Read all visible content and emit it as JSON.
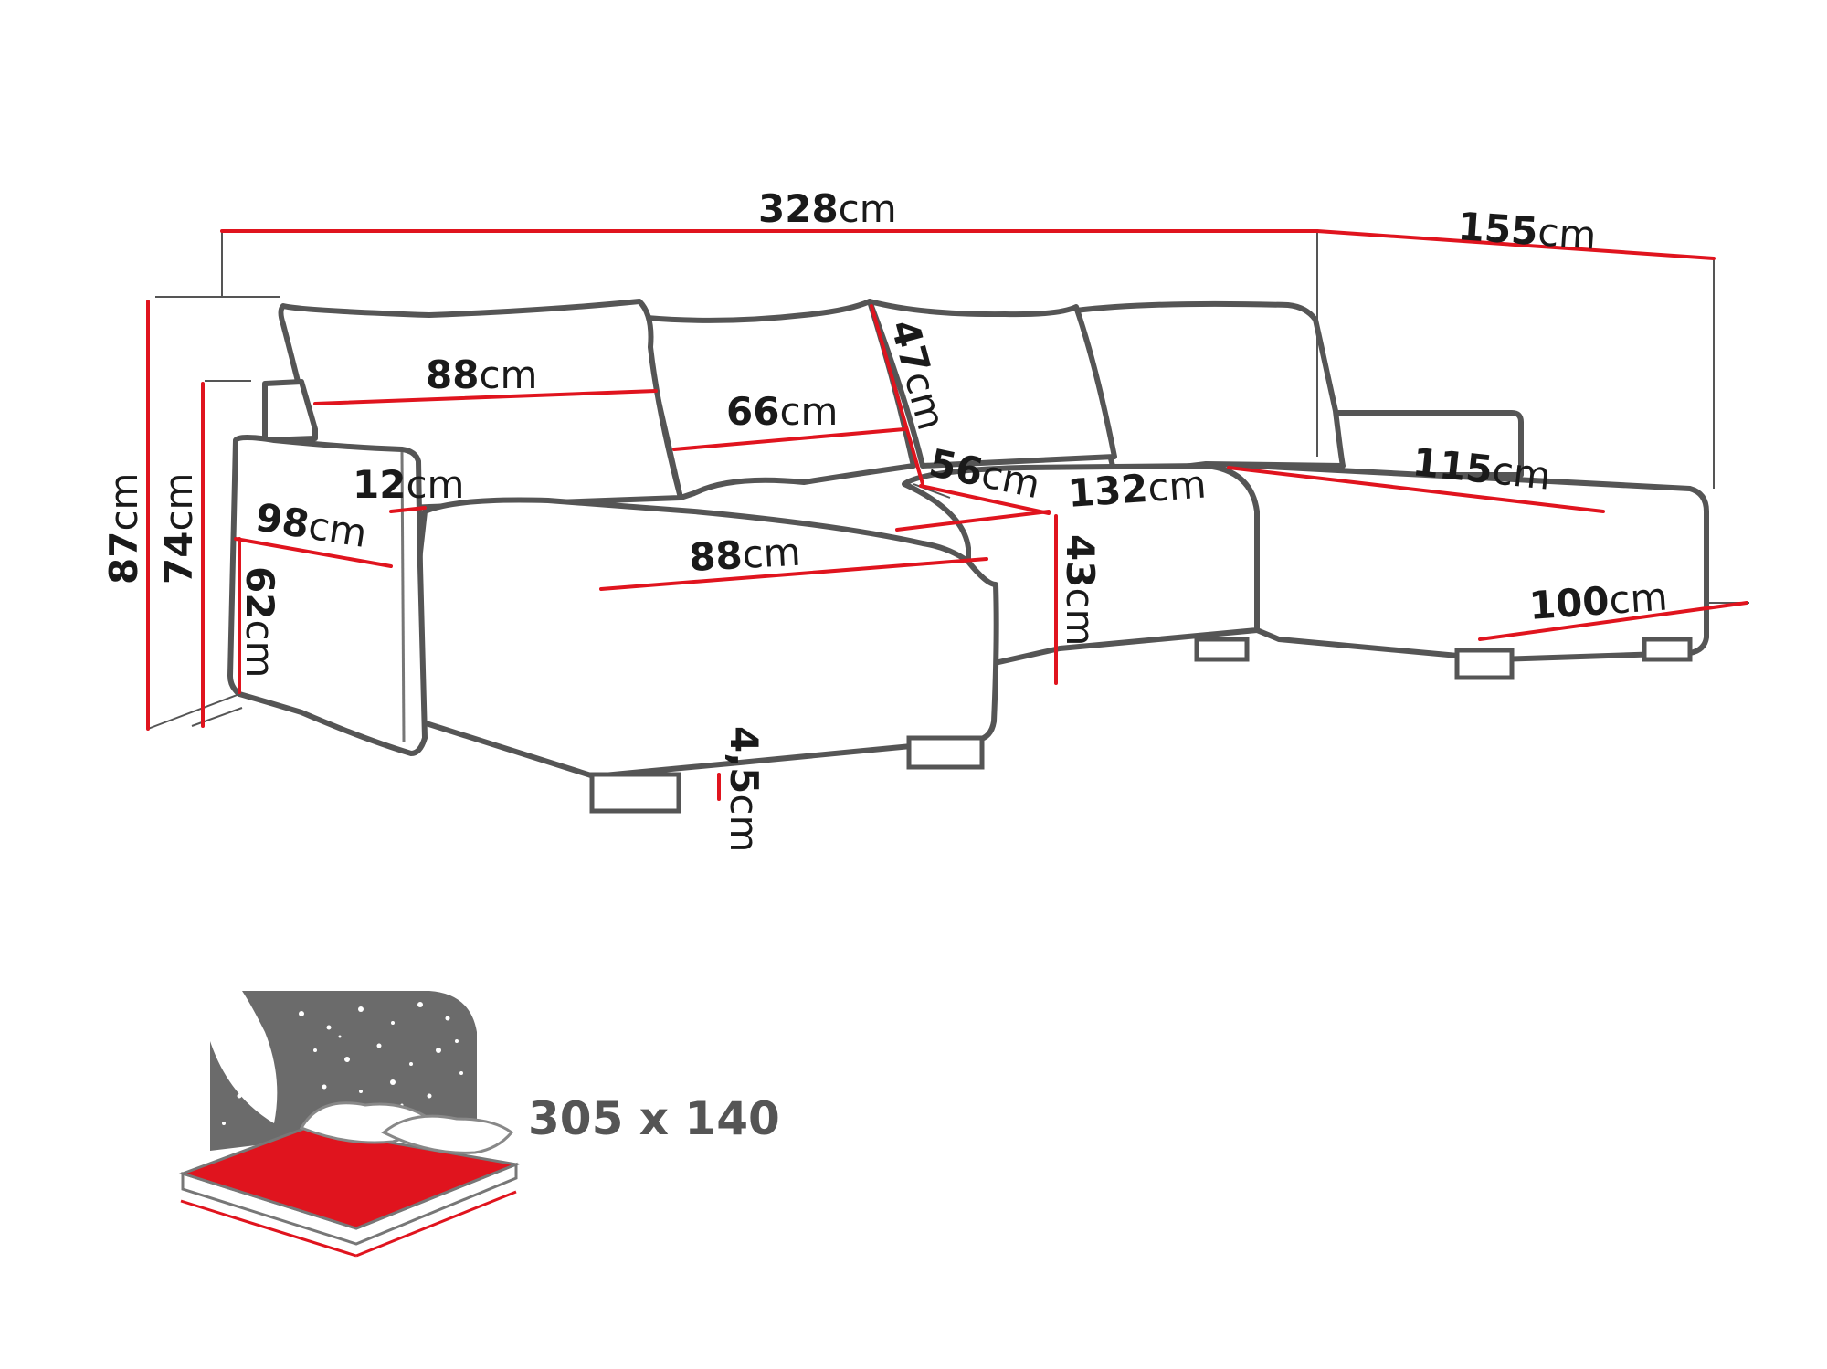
{
  "diagram": {
    "unit": "cm",
    "colors": {
      "dimension_line": "#e0141e",
      "outline": "#555555",
      "night_panel": "#6b6b6b",
      "mattress": "#e0141e"
    },
    "dimensions": {
      "total_width": "328",
      "chaise_depth": "155",
      "total_height": "87",
      "back_height": "74",
      "left_seat_depth": "98",
      "armrest_height": "62",
      "armrest_width": "12",
      "back_cushion_left_width": "88",
      "back_cushion_mid_width": "66",
      "back_cushion_height": "47",
      "middle_seat_depth": "56",
      "middle_seat_width": "132",
      "left_chaise_width": "88",
      "seat_height": "43",
      "right_chaise_width": "115",
      "right_chaise_length": "100",
      "leg_height": "4,5"
    },
    "bed_icon": {
      "icon": "bed-sleeping-area-icon",
      "label": "305 x 140"
    }
  }
}
